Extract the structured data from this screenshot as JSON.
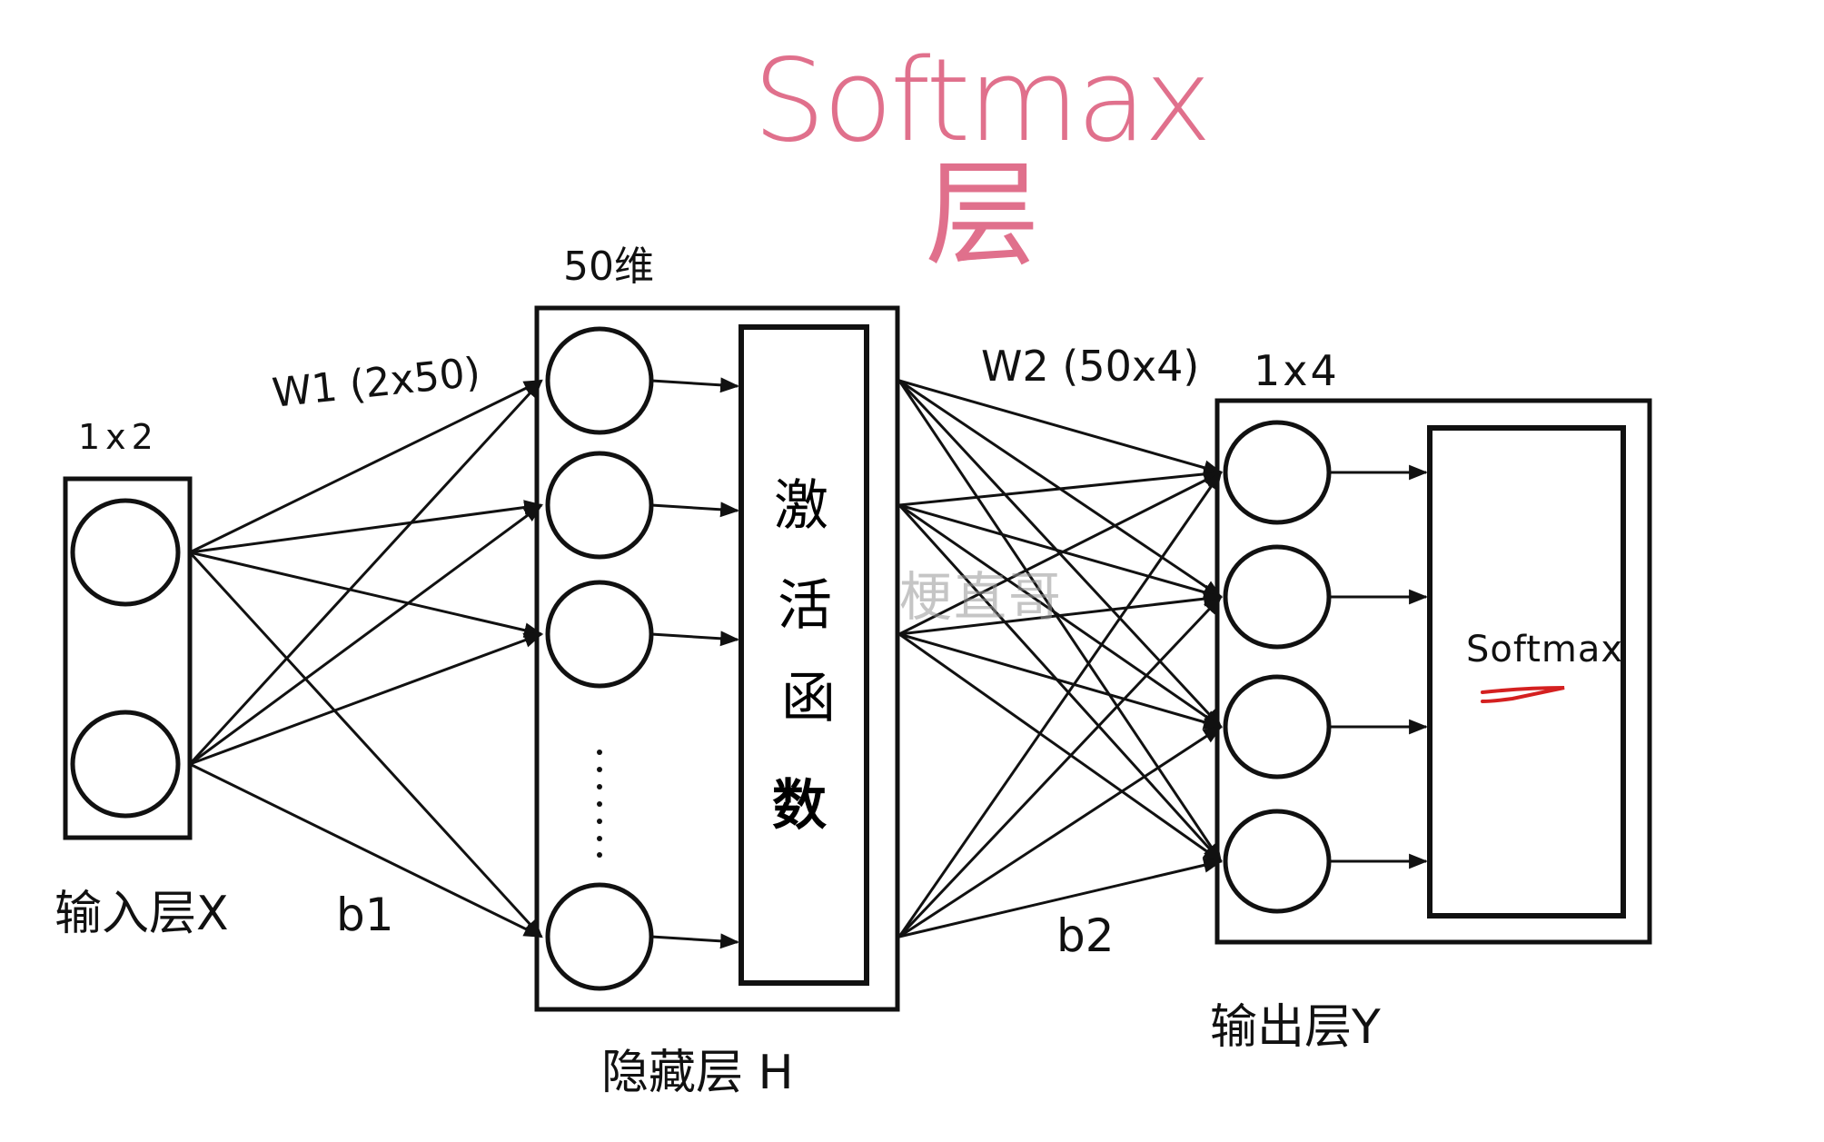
{
  "title": {
    "text": "Softmax层",
    "color": "#e0708c"
  },
  "watermark": "梗直哥",
  "layers": {
    "input": {
      "label": "输入层X",
      "shape": "1x2",
      "node_count": 2
    },
    "hidden": {
      "label": "隐藏层 H",
      "shape": "50维",
      "node_count_shown": 4,
      "ellipsis": "⋮",
      "activation_label": [
        "激",
        "活",
        "函",
        "数"
      ]
    },
    "output": {
      "label": "输出层Y",
      "shape": "1x4",
      "node_count": 4,
      "softmax_label": "Softmax"
    }
  },
  "weights": {
    "w1": "W1 (2x50)",
    "b1": "b1",
    "w2": "W2 (50x4)",
    "b2": "b2"
  },
  "colors": {
    "stroke": "#111111",
    "underline": "#d42020",
    "background": "#ffffff"
  }
}
